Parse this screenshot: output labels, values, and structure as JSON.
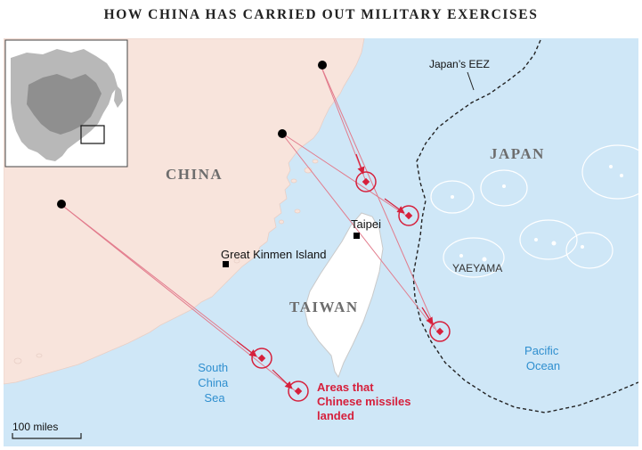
{
  "title": "HOW CHINA HAS CARRIED OUT MILITARY EXERCISES",
  "labels": {
    "china": "CHINA",
    "taiwan": "TAIWAN",
    "japan": "JAPAN",
    "yaeyama": "YAEYAMA",
    "taipei": "Taipei",
    "kinmen": "Great Kinmen Island",
    "eez": "Japan’s EEZ",
    "south_china_sea": [
      "South",
      "China",
      "Sea"
    ],
    "pacific_ocean": [
      "Pacific",
      "Ocean"
    ],
    "missile_areas": [
      "Areas that",
      "Chinese missiles",
      "landed"
    ],
    "scale": "100 miles"
  },
  "colors": {
    "land": "#f8e4dc",
    "sea": "#cfe7f7",
    "taiwan_land": "#ffffff",
    "missile": "#d6203c",
    "sea_text": "#2f8fcf",
    "country_text": "#6d6d6d",
    "inset_land": "#b8b8b8"
  },
  "icons": [
    "launch-site-marker",
    "missile-landing-target",
    "city-marker",
    "locator-inset-map"
  ]
}
